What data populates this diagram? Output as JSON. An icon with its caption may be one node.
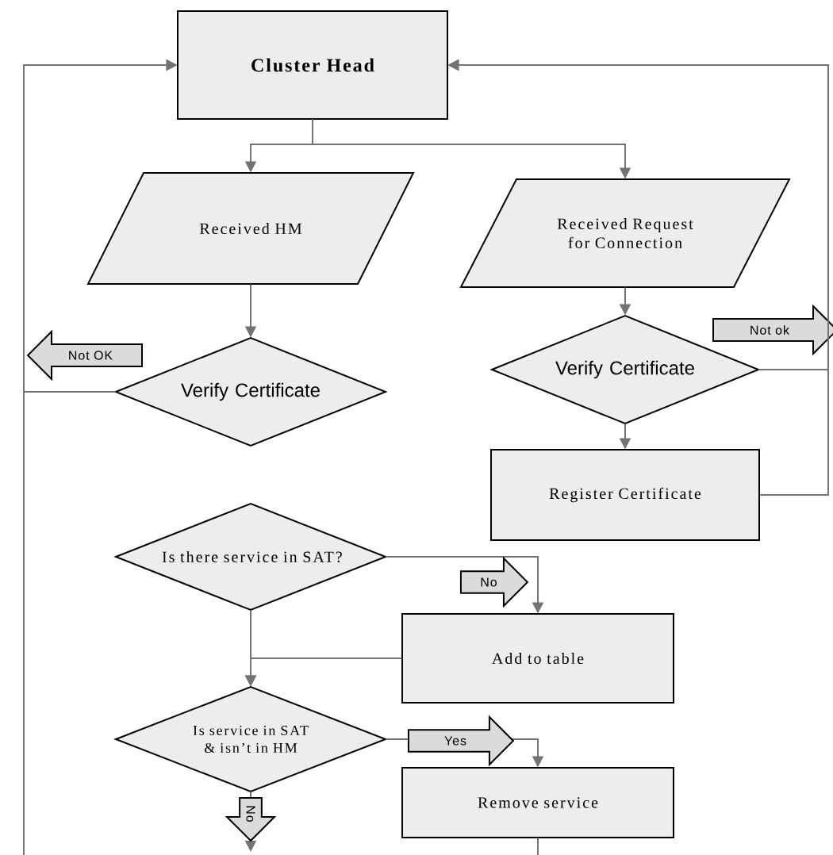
{
  "diagram": {
    "nodes": [
      {
        "text": [
          "Cluster Head"
        ]
      },
      {
        "text": [
          "Received HM"
        ]
      },
      {
        "text": [
          "Received Request for Connection"
        ]
      },
      {
        "text": [
          "Verify Certificate"
        ]
      },
      {
        "text": [
          "Verify Certificate"
        ]
      },
      {
        "text": [
          "Register Certificate"
        ]
      },
      {
        "text": [
          "Is there service in SAT?"
        ]
      },
      {
        "text": [
          "Add to table"
        ]
      },
      {
        "text": [
          "Is service in SAT & isn’t in HM"
        ]
      },
      {
        "text": [
          "Remove service"
        ]
      }
    ],
    "edges": [
      {
        "from": 0,
        "to": 1,
        "arrow": "to"
      },
      {
        "from": 0,
        "to": 2,
        "arrow": "to"
      },
      {
        "from": 1,
        "to": 3,
        "arrow": "to"
      },
      {
        "from": 3,
        "to": 0,
        "arrow": "to",
        "label": "Not OK"
      },
      {
        "from": null,
        "to": 0,
        "arrow": "to"
      },
      {
        "from": 2,
        "to": 4,
        "arrow": "to"
      },
      {
        "from": 4,
        "to": 0,
        "arrow": "to",
        "label": "Not ok"
      },
      {
        "from": 4,
        "to": 5,
        "arrow": "to"
      },
      {
        "from": 5,
        "to": 0,
        "arrow": "to"
      },
      {
        "from": 6,
        "to": 7,
        "arrow": "to",
        "label": "No"
      },
      {
        "from": 6,
        "to": 8,
        "arrow": "to"
      },
      {
        "from": 7,
        "to": 8,
        "arrow": "to"
      },
      {
        "from": 8,
        "to": 9,
        "arrow": "to",
        "label": "Yes"
      },
      {
        "from": 8,
        "to": null,
        "arrow": "to",
        "label": "No"
      },
      {
        "from": 9,
        "to": null,
        "arrow": "none"
      }
    ]
  }
}
